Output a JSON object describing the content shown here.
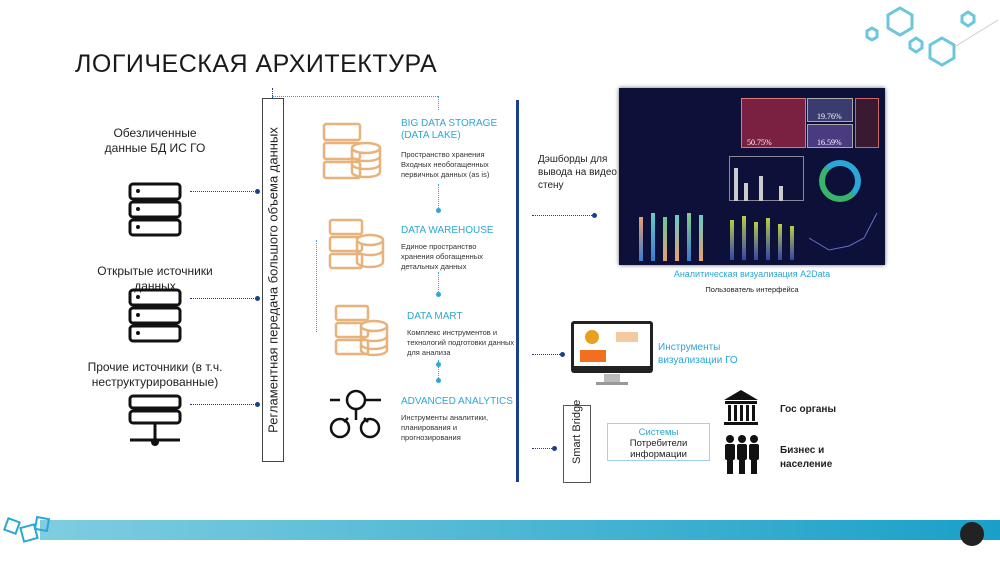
{
  "title": "ЛОГИЧЕСКАЯ АРХИТЕКТУРА",
  "sources": [
    {
      "label": "Обезличенные данные БД ИС ГО"
    },
    {
      "label": "Открытые источники данных"
    },
    {
      "label": "Прочие источники (в т.ч. неструктурированные)"
    }
  ],
  "transfer_label": "Регламентная передача большого объема данных",
  "layers": [
    {
      "title": "BIG DATA STORAGE (DATA LAKE)",
      "desc": "Пространство хранения Входных необогащенных первичных данных (as is)"
    },
    {
      "title": "DATA WAREHOUSE",
      "desc": "Единое пространство хранения обогащенных детальных данных"
    },
    {
      "title": "DATA MART",
      "desc": "Комплекс инструментов и технологий подготовки данных для анализа"
    },
    {
      "title": "ADVANCED ANALYTICS",
      "desc": "Инструменты аналитики, планирования и прогнозирования"
    }
  ],
  "outputs": {
    "videowall": "Дэшборды для вывода на видео стену",
    "dashboard_title": "Аналитическая визуализация A2Data",
    "dashboard_sub": "Пользователь интерфейса",
    "dashboard_values": [
      "50.75%",
      "19.76%",
      "16.59%"
    ],
    "tools": "Инструменты визуализации ГО",
    "bridge": "Smart Bridge",
    "systems_title": "Системы",
    "systems_sub": "Потребители информации",
    "gov": "Гос органы",
    "business": "Бизнес и население"
  },
  "colors": {
    "accent": "#2aa7d6",
    "navy": "#1b3f8f",
    "orange": "#e8b27a"
  }
}
